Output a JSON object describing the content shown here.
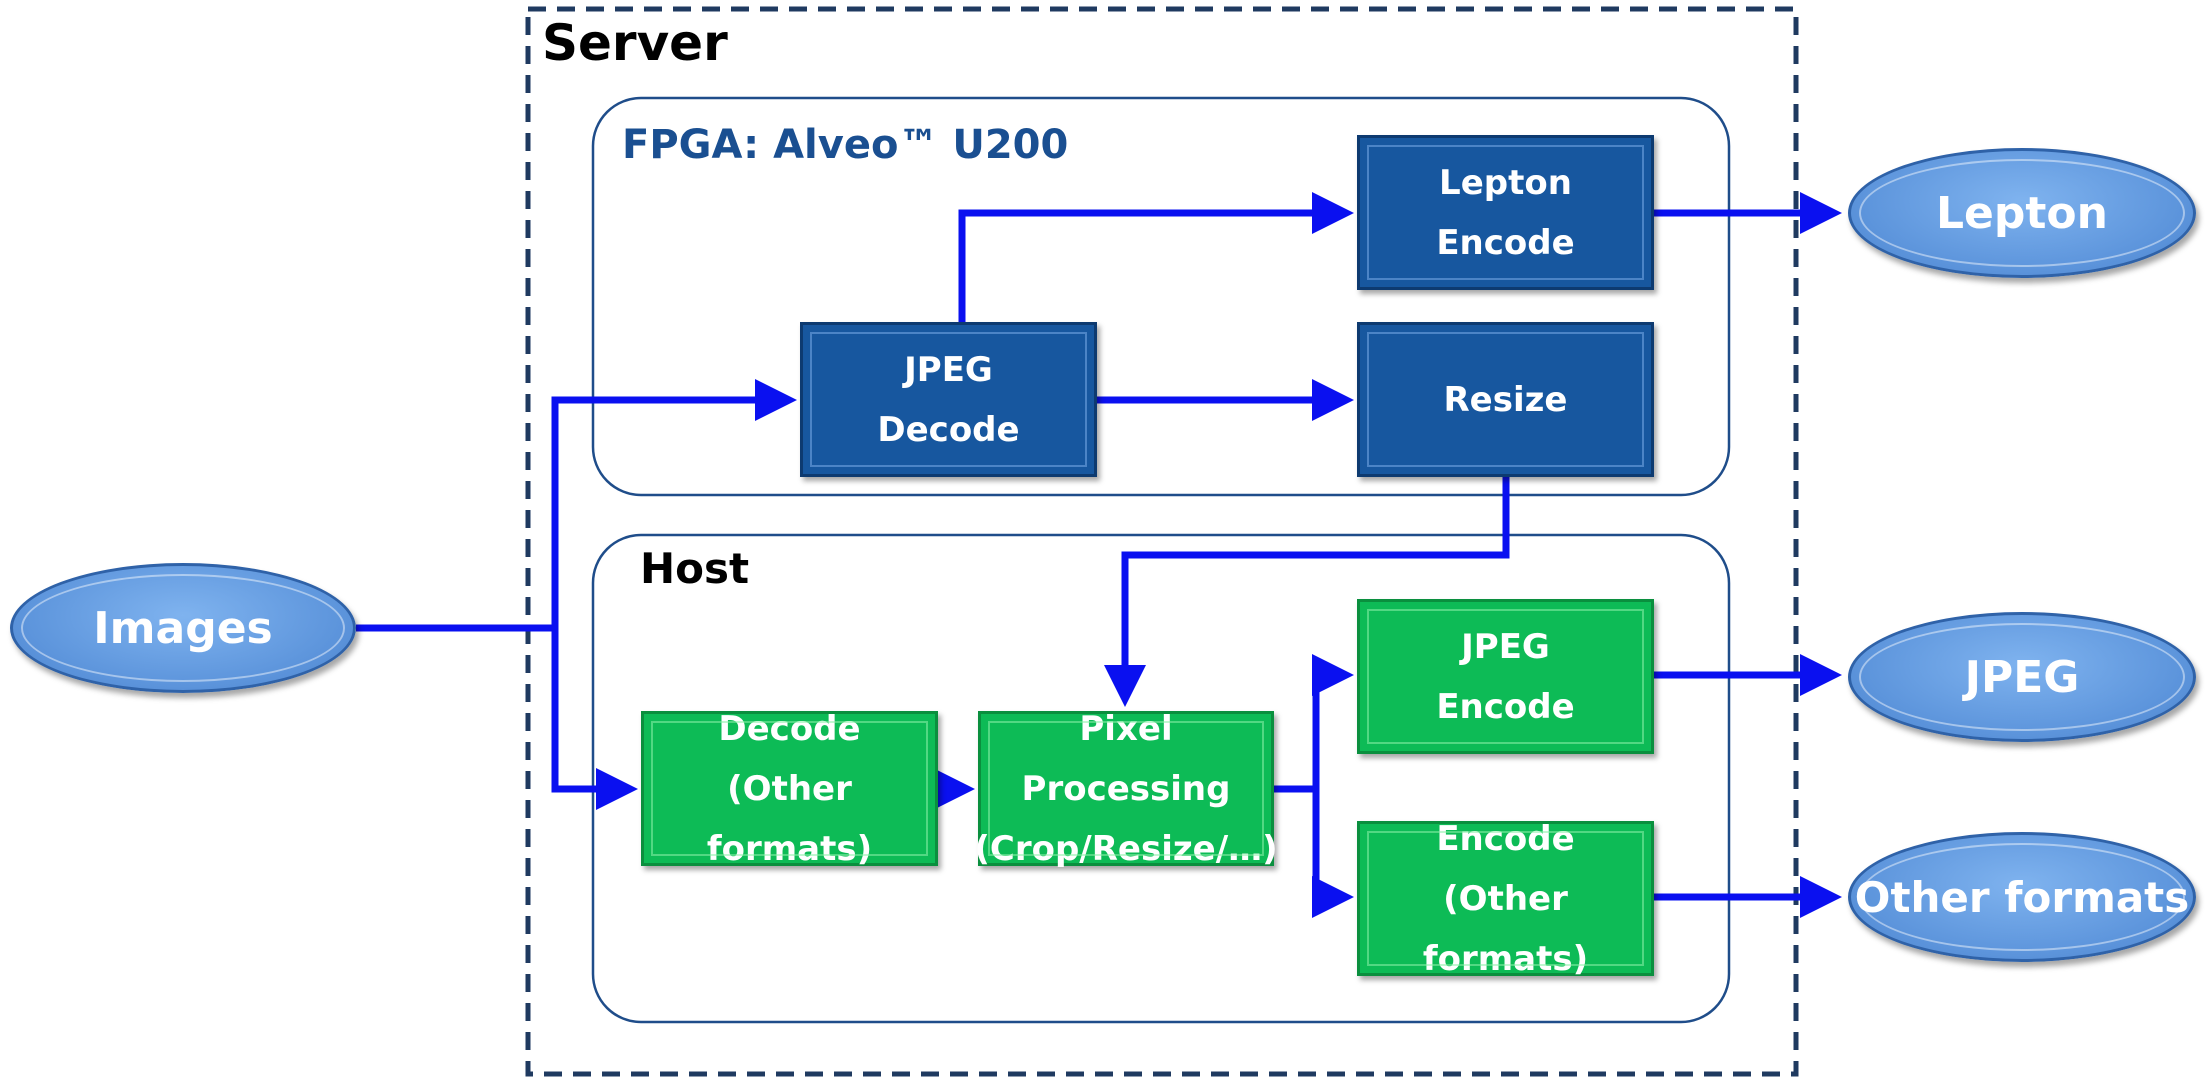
{
  "server": {
    "label": "Server"
  },
  "fpga": {
    "label": "FPGA: Alveo™ U200"
  },
  "host": {
    "label": "Host"
  },
  "blocks": {
    "jpeg_decode": {
      "line1": "JPEG",
      "line2": "Decode"
    },
    "lepton_encode": {
      "line1": "Lepton",
      "line2": "Encode"
    },
    "resize": {
      "line1": "Resize"
    },
    "decode_other": {
      "line1": "Decode",
      "line2": "(Other formats)"
    },
    "pixel_processing": {
      "line1": "Pixel Processing",
      "line2": "(Crop/Resize/…)"
    },
    "jpeg_encode": {
      "line1": "JPEG",
      "line2": "Encode"
    },
    "encode_other": {
      "line1": "Encode",
      "line2": "(Other formats)"
    }
  },
  "terminals": {
    "images": "Images",
    "lepton": "Lepton",
    "jpeg": "JPEG",
    "other_formats": "Other formats"
  },
  "colors": {
    "arrow": "#0a10f0",
    "fpga_block": "#17579f",
    "host_block": "#0dbb56",
    "terminal": "#5d95dc",
    "label_blue": "#1a4f91",
    "frame": "#1f3a60"
  }
}
